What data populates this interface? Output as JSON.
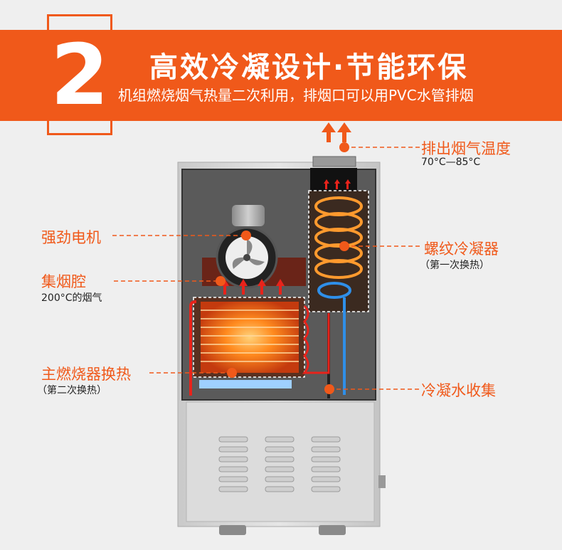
{
  "header": {
    "step_number": "2",
    "title": "高效冷凝设计·节能环保",
    "subtitle": "机组燃烧烟气热量二次利用，排烟口可以用PVC水管排烟"
  },
  "callouts": {
    "exhaust": {
      "label": "排出烟气温度",
      "note": "70°C—85°C"
    },
    "motor": {
      "label": "强劲电机"
    },
    "smoke_chamber": {
      "label": "集烟腔",
      "note": "200°C的烟气"
    },
    "condenser": {
      "label": "螺纹冷凝器",
      "note": "（第一次换热）"
    },
    "main_burner": {
      "label": "主燃烧器换热",
      "note": "（第二次换热）"
    },
    "condensate": {
      "label": "冷凝水收集"
    }
  },
  "colors": {
    "accent": "#f0591a",
    "cabinet": "#d8d8d8",
    "interior": "#555555"
  }
}
